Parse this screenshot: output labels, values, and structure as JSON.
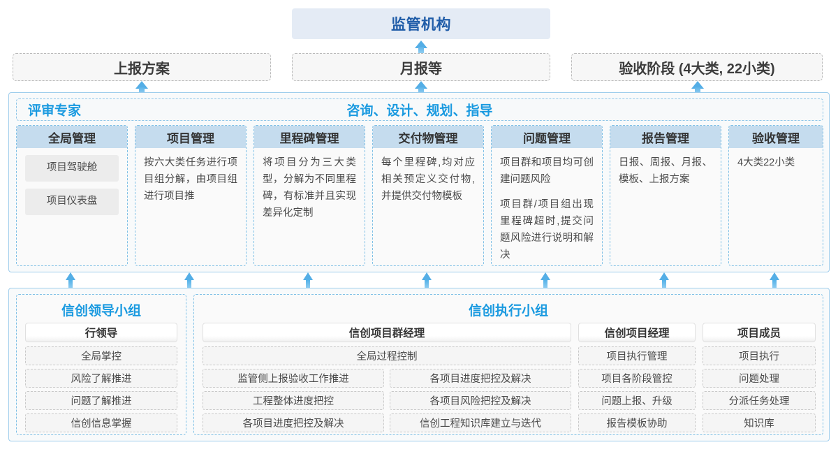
{
  "colors": {
    "accent_blue": "#1a9ae0",
    "title_blue": "#1f5ca8",
    "header_fill": "#c5dcee",
    "top_box_fill": "#e4ebf5",
    "arrow": "#54aee6"
  },
  "top": {
    "regulator": "监管机构",
    "deliverables": [
      {
        "label": "上报方案"
      },
      {
        "label": "月报等"
      },
      {
        "label": "验收阶段 (4大类, 22小类)"
      }
    ]
  },
  "middle": {
    "header_left": "评审专家",
    "header_center": "咨询、设计、规划、指导",
    "columns": [
      {
        "title": "全局管理",
        "chips": [
          "项目驾驶舱",
          "项目仪表盘"
        ],
        "paragraphs": []
      },
      {
        "title": "项目管理",
        "chips": [],
        "paragraphs": [
          "按六大类任务进行项目组分解，由项目组进行项目推"
        ]
      },
      {
        "title": "里程碑管理",
        "chips": [],
        "paragraphs": [
          "将项目分为三大类型，分解为不同里程碑，有标准并且实现差异化定制"
        ]
      },
      {
        "title": "交付物管理",
        "chips": [],
        "paragraphs": [
          "每个里程碑,均对应相关预定义交付物,并提供交付物模板"
        ]
      },
      {
        "title": "问题管理",
        "chips": [],
        "paragraphs": [
          "项目群和项目均可创建问题风险",
          "项目群/项目组出现里程碑超时,提交问题风险进行说明和解决"
        ]
      },
      {
        "title": "报告管理",
        "chips": [],
        "paragraphs": [
          "日报、周报、月报、模板、上报方案"
        ]
      },
      {
        "title": "验收管理",
        "chips": [],
        "paragraphs": [
          "4大类22小类"
        ]
      }
    ]
  },
  "bottom": {
    "groups": [
      {
        "title": "信创领导小组",
        "roles": [
          {
            "head": "行领导",
            "items": [
              "全局掌控",
              "风险了解推进",
              "问题了解推进",
              "信创信息掌握"
            ]
          }
        ]
      },
      {
        "title": "信创执行小组",
        "roles": [
          {
            "head": "信创项目群经理",
            "full_item": "全局过程控制",
            "items_left": [
              "监管侧上报验收工作推进",
              "工程整体进度把控",
              "各项目进度把控及解决"
            ],
            "items_right": [
              "各项目进度把控及解决",
              "各项目风险把控及解决",
              "信创工程知识库建立与迭代"
            ]
          },
          {
            "head": "信创项目经理",
            "items": [
              "项目执行管理",
              "项目各阶段管控",
              "问题上报、升级",
              "报告模板协助"
            ]
          },
          {
            "head": "项目成员",
            "items": [
              "项目执行",
              "问题处理",
              "分派任务处理",
              "知识库"
            ]
          }
        ]
      }
    ]
  }
}
